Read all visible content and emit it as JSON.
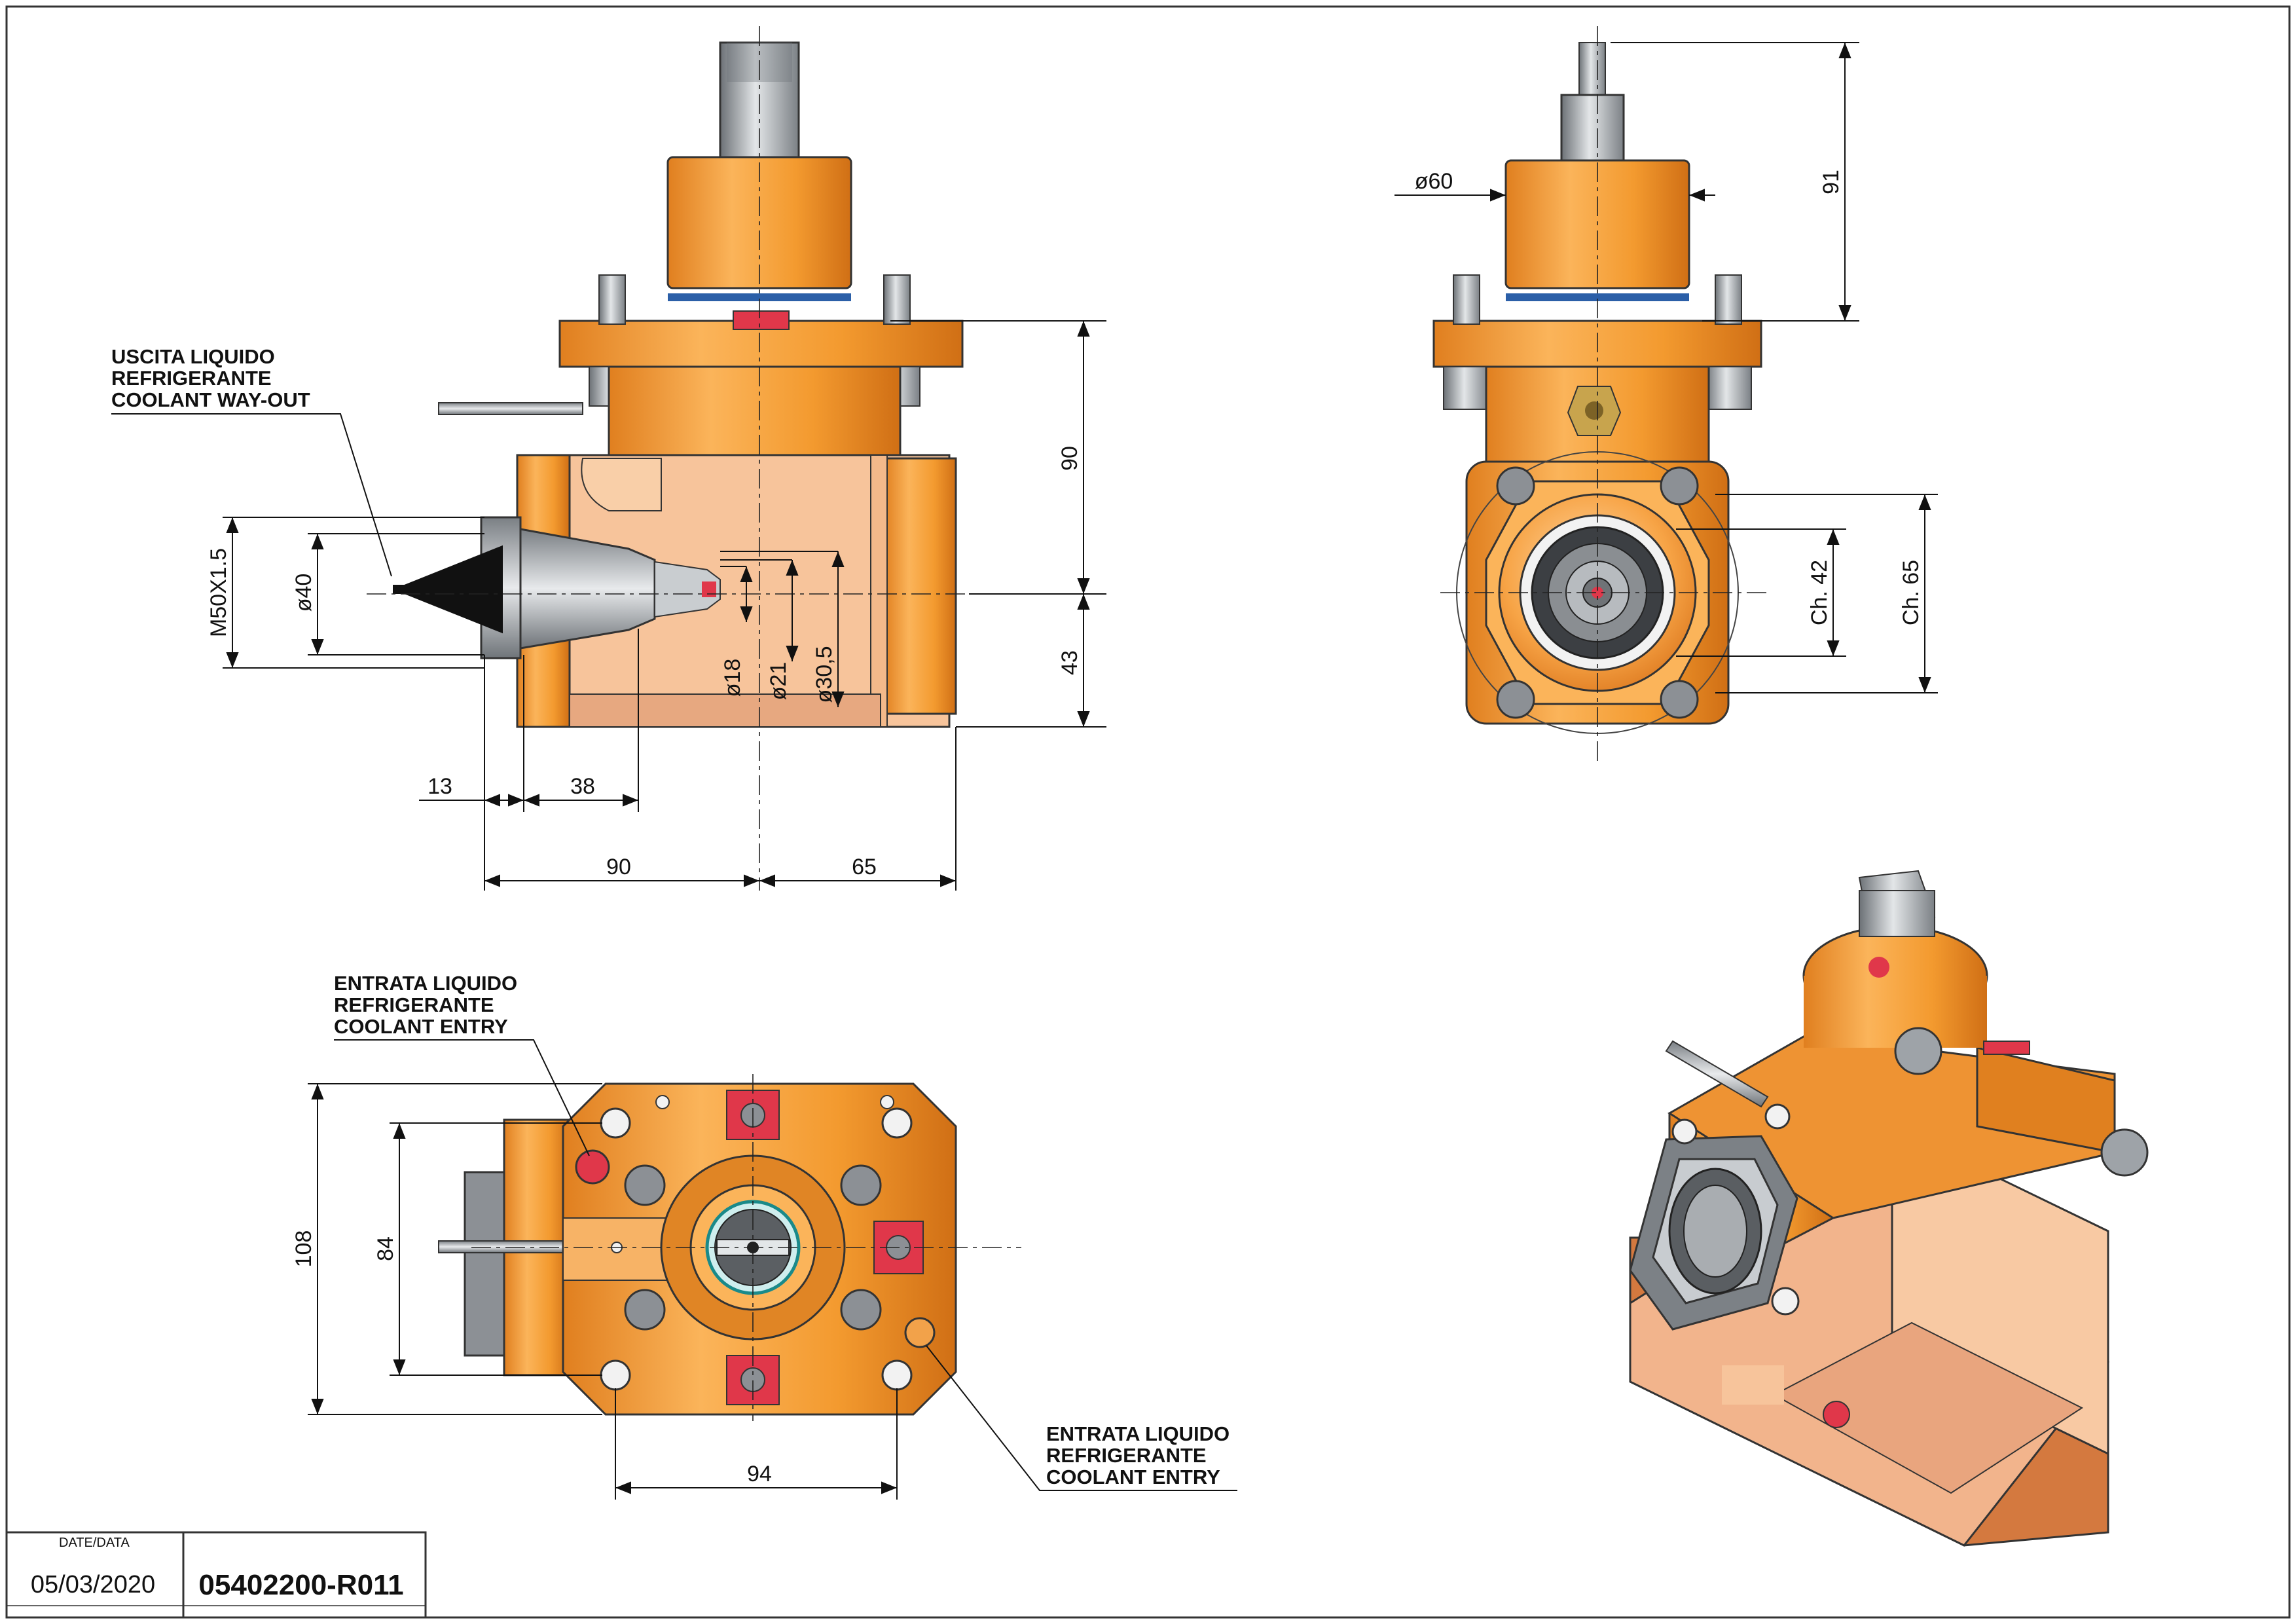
{
  "notes": {
    "coolant_out": [
      "USCITA LIQUIDO",
      "REFRIGERANTE",
      "COOLANT WAY-OUT"
    ],
    "coolant_entry_left": [
      "ENTRATA LIQUIDO",
      "REFRIGERANTE",
      "COOLANT ENTRY"
    ],
    "coolant_entry_right": [
      "ENTRATA LIQUIDO",
      "REFRIGERANTE",
      "COOLANT ENTRY"
    ]
  },
  "dimensions": {
    "front": {
      "h90": "90",
      "h43": "43",
      "w13": "13",
      "w38": "38",
      "w90": "90",
      "w65": "65",
      "thread": "M50X1.5",
      "d40": "ø40",
      "d18": "ø18",
      "d21": "ø21",
      "d30": "ø30,5"
    },
    "side": {
      "d60": "ø60",
      "h91": "91",
      "ch42": "Ch. 42",
      "ch65": "Ch. 65"
    },
    "top": {
      "h108": "108",
      "h84": "84",
      "w94": "94"
    }
  },
  "title_block": {
    "date_label": "DATE/DATA",
    "date": "05/03/2020",
    "code": "05402200-R011"
  },
  "colors": {
    "orange": "#f39a2f",
    "orange_dark": "#d9791c",
    "salmon": "#f7c49b",
    "steel": "#9ea3a8",
    "red_tab": "#e0374a",
    "blue_ring": "#2b5fa8"
  }
}
